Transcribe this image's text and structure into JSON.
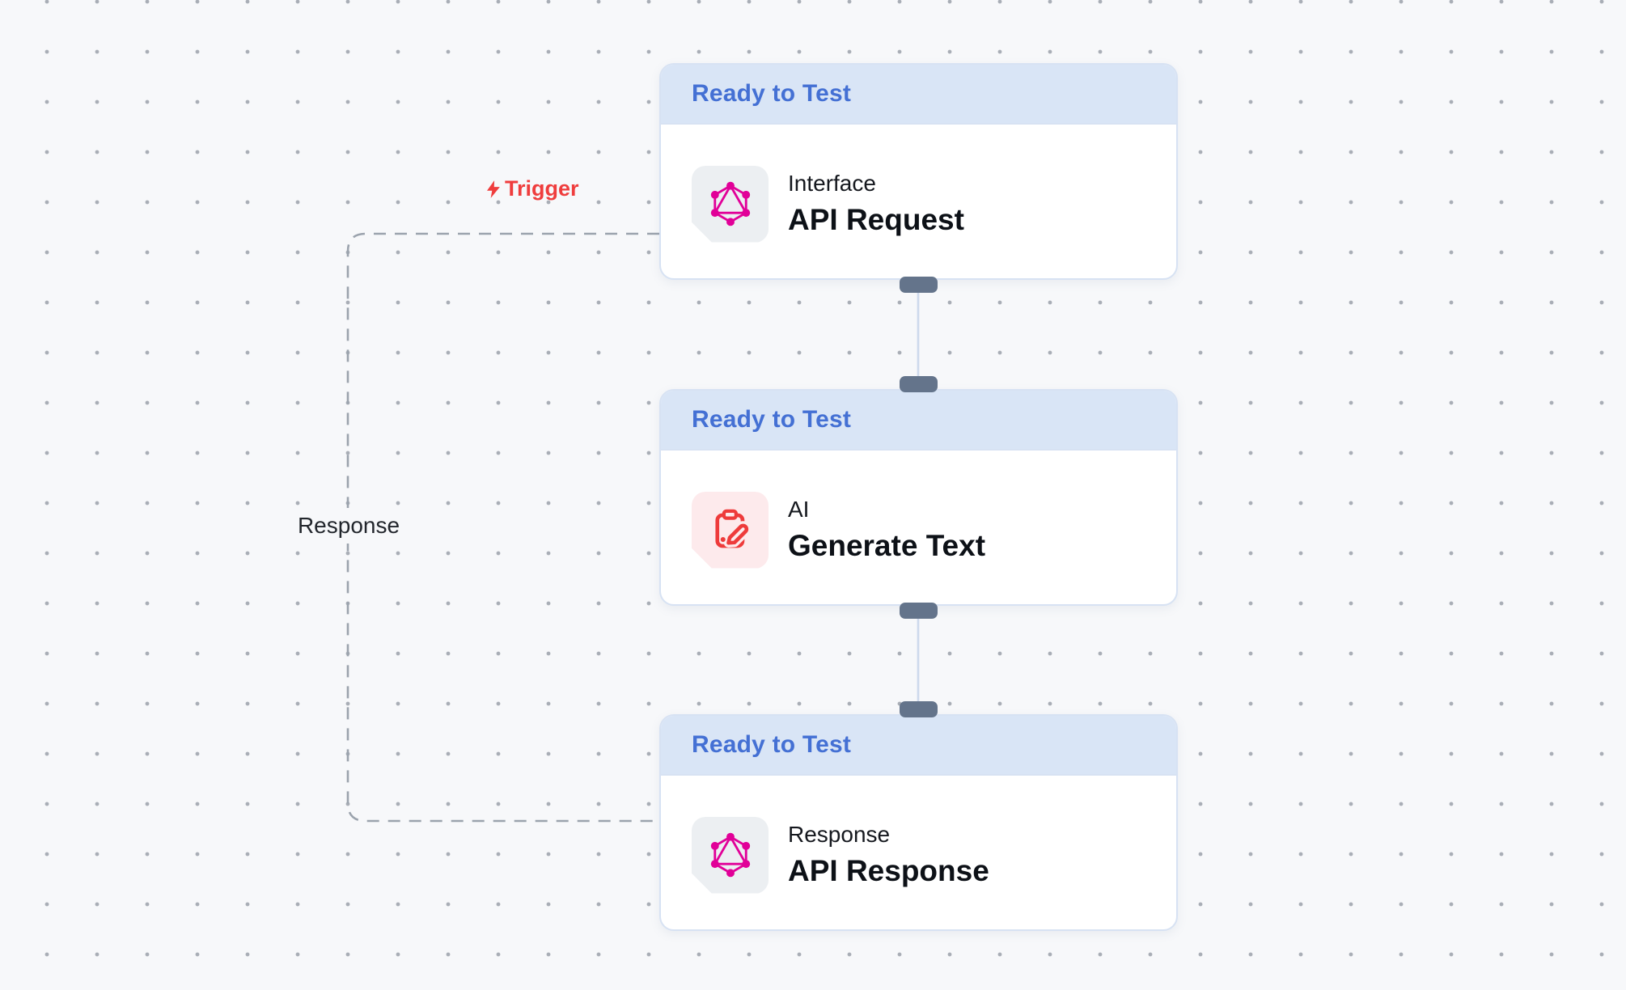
{
  "colors": {
    "canvas_bg": "#f7f8fa",
    "dot_gray": "#a9aeb6",
    "header_bg": "#d9e5f6",
    "header_text": "#4470d4",
    "card_bg": "#ffffff",
    "card_border": "#d7e2f3",
    "handle_slate": "#64748b",
    "connector_blue": "#cdd9ec",
    "dash_gray": "#9ba3ad",
    "graphql_pink": "#e10098",
    "graphql_chip_bg": "#eceff2",
    "ai_red": "#ee3b3b",
    "ai_chip_bg": "#fdeaec",
    "trigger_red": "#ef3d3d",
    "text_primary": "#0d1117",
    "text_secondary": "#15181e"
  },
  "labels": {
    "trigger": "Trigger",
    "response": "Response"
  },
  "nodes": [
    {
      "status": "Ready to Test",
      "category": "Interface",
      "title": "API Request",
      "icon": "graphql-icon"
    },
    {
      "status": "Ready to Test",
      "category": "AI",
      "title": "Generate Text",
      "icon": "clipboard-pen-icon"
    },
    {
      "status": "Ready to Test",
      "category": "Response",
      "title": "API Response",
      "icon": "graphql-icon"
    }
  ]
}
